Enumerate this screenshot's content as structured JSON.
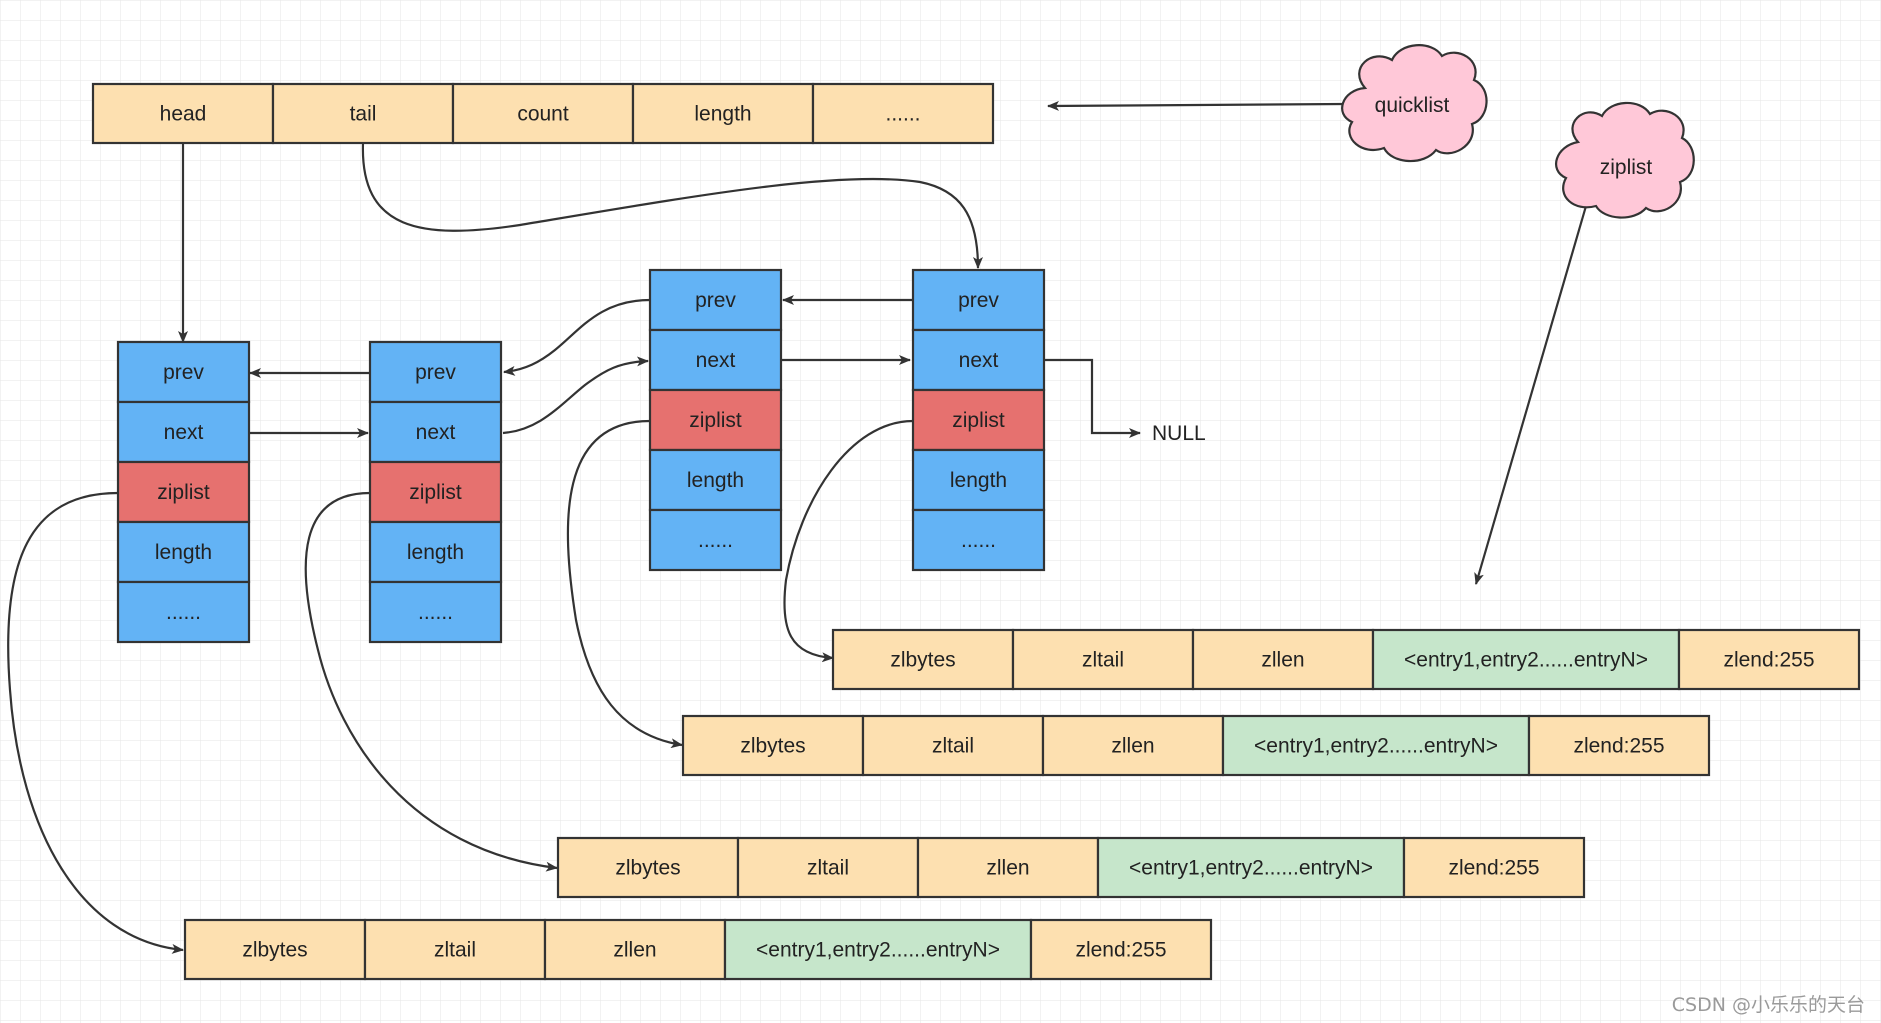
{
  "colors": {
    "header_fill": "#fde0b0",
    "node_fill": "#63b3f5",
    "ziplist_cell_fill": "#e6716f",
    "entries_fill": "#c6e6cb",
    "cloud_fill": "#ffc8d8",
    "stroke": "#333333",
    "grid": "#e3e3e3"
  },
  "clouds": {
    "quicklist": "quicklist",
    "ziplist": "ziplist"
  },
  "header_fields": [
    "head",
    "tail",
    "count",
    "length",
    "......"
  ],
  "node_fields": [
    "prev",
    "next",
    "ziplist",
    "length",
    "......"
  ],
  "ziplist_fields": [
    "zlbytes",
    "zltail",
    "zllen",
    "<entry1,entry2......entryN>",
    "zlend:255"
  ],
  "null_label": "NULL",
  "watermark": "CSDN @小乐乐的天台"
}
